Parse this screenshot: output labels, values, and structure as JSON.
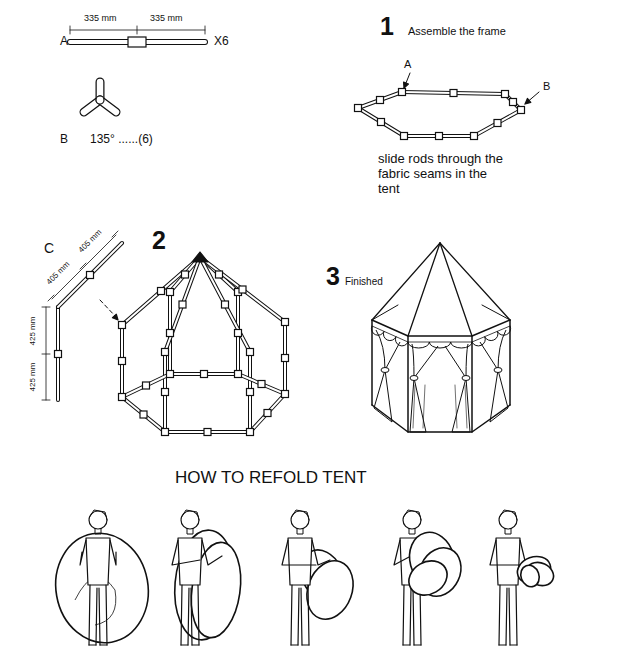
{
  "diagram": {
    "labels": [
      "A",
      "335 mm",
      "335 mm",
      "X6",
      "B",
      "135° ......(6)",
      "1",
      "Assemble the frame",
      "A",
      "B",
      "slide rods through the fabric seams in the tent",
      "2",
      "C",
      "405 mm",
      "405 mm",
      "425 mm",
      "425 mm",
      "3",
      "Finished",
      "HOW TO REFOLD TENT"
    ]
  }
}
